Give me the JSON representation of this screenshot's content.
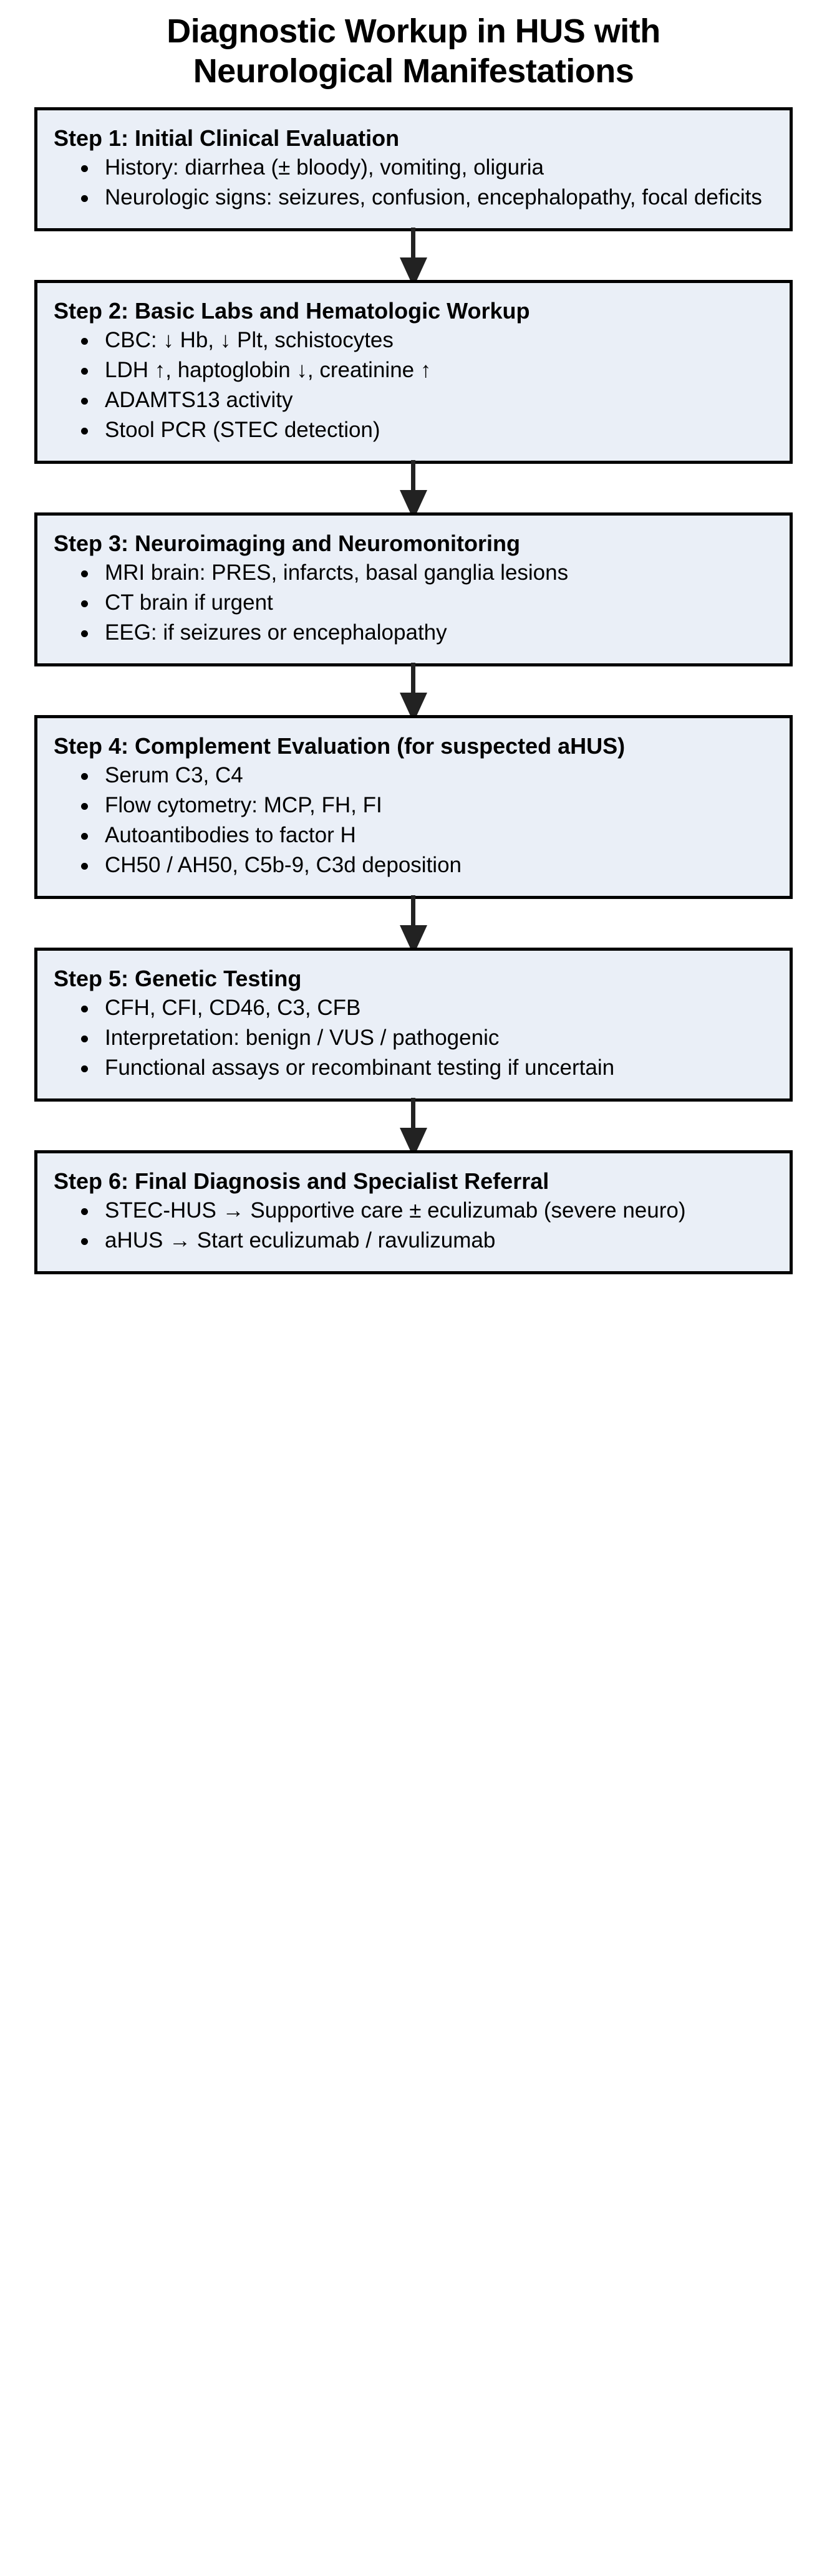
{
  "title": {
    "line1": "Diagnostic Workup in HUS with",
    "line2": "Neurological Manifestations"
  },
  "steps": [
    {
      "heading": "Step 1: Initial Clinical Evaluation",
      "bullets": [
        "History: diarrhea (± bloody), vomiting, oliguria",
        "Neurologic signs: seizures, confusion, encephalopathy, focal deficits"
      ]
    },
    {
      "heading": "Step 2: Basic Labs and Hematologic Workup",
      "bullets": [
        "CBC: ↓ Hb, ↓ Plt, schistocytes",
        "LDH ↑, haptoglobin ↓, creatinine ↑",
        "ADAMTS13 activity",
        "Stool PCR (STEC detection)"
      ]
    },
    {
      "heading": "Step 3: Neuroimaging and Neuromonitoring",
      "bullets": [
        "MRI brain: PRES, infarcts, basal ganglia lesions",
        "CT brain if urgent",
        "EEG: if seizures or encephalopathy"
      ]
    },
    {
      "heading": "Step 4: Complement Evaluation (for suspected aHUS)",
      "bullets": [
        "Serum C3, C4",
        "Flow cytometry: MCP, FH, FI",
        "Autoantibodies to factor H",
        "CH50 / AH50, C5b-9, C3d deposition"
      ]
    },
    {
      "heading": "Step 5: Genetic Testing",
      "bullets": [
        "CFH, CFI, CD46, C3, CFB",
        "Interpretation: benign / VUS / pathogenic",
        "Functional assays or recombinant testing if uncertain"
      ]
    },
    {
      "heading": "Step 6: Final Diagnosis and Specialist Referral",
      "bullets": [
        "STEC-HUS → Supportive care ± eculizumab (severe neuro)",
        "aHUS → Start eculizumab / ravulizumab"
      ]
    }
  ],
  "colors": {
    "box_fill": "#eaeff7",
    "box_border": "#000000",
    "arrow": "#222222",
    "text": "#000000",
    "background": "#ffffff"
  }
}
